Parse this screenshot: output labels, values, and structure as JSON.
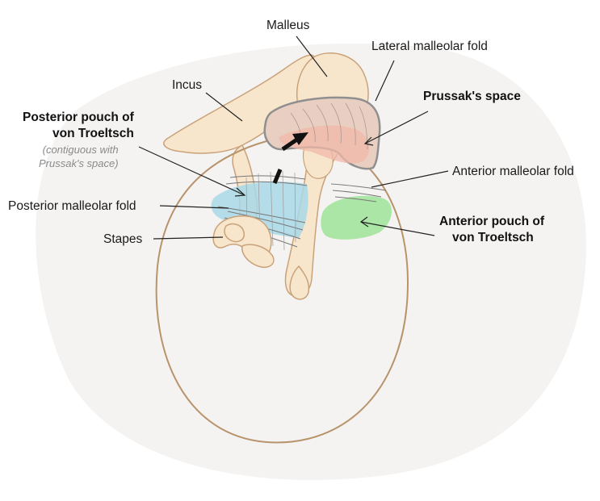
{
  "labels": {
    "malleus": "Malleus",
    "lateral_malleolar_fold": "Lateral malleolar fold",
    "incus": "Incus",
    "prussaks_space": "Prussak's space",
    "posterior_pouch": [
      "Posterior pouch of",
      "von Troeltsch"
    ],
    "posterior_pouch_note": [
      "(contiguous with",
      "Prussak's space)"
    ],
    "anterior_malleolar_fold": "Anterior malleolar fold",
    "posterior_malleolar_fold": "Posterior malleolar fold",
    "anterior_pouch": [
      "Anterior pouch of",
      "von Troeltsch"
    ],
    "stapes": "Stapes"
  },
  "colors": {
    "background_blob": "#f5f3f1",
    "bone_fill": "#f7e6cc",
    "bone_outline": "#c9a27a",
    "tympanic_membrane_outline": "#b8936c",
    "prussaks_space": "#f2b8a8",
    "posterior_pouch": "#a8d8e8",
    "anterior_pouch": "#9ee39a",
    "fold_lines": "#777777",
    "leader_lines": "#222222",
    "arrow": "#111111"
  }
}
